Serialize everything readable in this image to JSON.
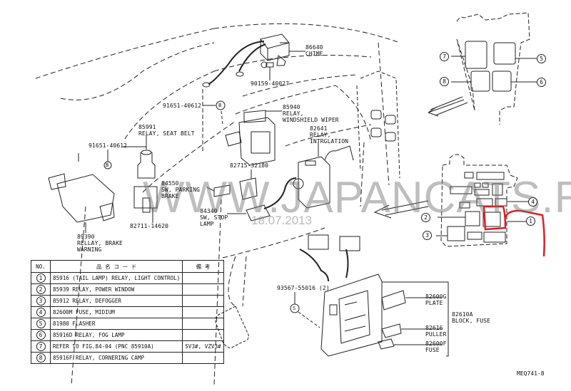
{
  "document": {
    "doc_id": "MEQ741-8",
    "watermark": "WWW.JAPANCATS.RU",
    "watermark_date": "18.07.2013",
    "highlight_color": "#e31b23"
  },
  "labels": {
    "chime": [
      "86640",
      "CHIME"
    ],
    "screw": "90159-40027",
    "bolt_top": "91651-40612",
    "bolt_left": "91651-40612",
    "relay_seat_belt": [
      "85991",
      "RELAY, SEAT BELT"
    ],
    "relay_wiper": [
      "85940",
      "RELAY,",
      "WINDSHIELD WIPER"
    ],
    "relay_integration": [
      "82641",
      "RELAY,",
      "INTRGLATION"
    ],
    "connector_32180": "82715-32180",
    "sw_parking": [
      "84550",
      "SW, PARKING",
      "BRAKE"
    ],
    "sw_stop": [
      "84340",
      "SW, STOP",
      "LAMP"
    ],
    "connector_14620": "82711-14620",
    "relay_brake": [
      "89390",
      "RELLAY, BRAKE",
      "WARNING"
    ],
    "bolt_block": "93567-55016 (2)",
    "plate": [
      "82600G",
      "PLATE"
    ],
    "block_fuse": [
      "82610A",
      "BLOCK, FUSE"
    ],
    "puller": [
      "82616",
      "PULLER"
    ],
    "fuse": [
      "82600F",
      "FUSE"
    ],
    "symbol_b": "B",
    "symbol_s": "S"
  },
  "callouts": [
    "1",
    "2",
    "3",
    "4",
    "5",
    "6",
    "7",
    "8"
  ],
  "parts_table": {
    "headers": {
      "no": "NO.",
      "name": "品 名 コ ー ド",
      "remarks": "備   考"
    },
    "rows": [
      {
        "no": "1",
        "name": "85916  (TAIL LAMP) RELAY, LIGHT CONTROL)",
        "remarks": ""
      },
      {
        "no": "2",
        "name": "85939  RELAY, POWER WINDOW",
        "remarks": ""
      },
      {
        "no": "3",
        "name": "85912  RELAY, DEFOGGER",
        "remarks": ""
      },
      {
        "no": "4",
        "name": "82600M FUSE, MIDIUM",
        "remarks": ""
      },
      {
        "no": "5",
        "name": "81980  FLASHER",
        "remarks": ""
      },
      {
        "no": "6",
        "name": "85916D RELAY, FOG LAMP",
        "remarks": ""
      },
      {
        "no": "7",
        "name": "REFER TO FIG.84-04  (PNC 85910A)",
        "remarks": "SV3#, VZV3#"
      },
      {
        "no": "8",
        "name": "85916F RELAY, CORNERING CAMP",
        "remarks": ""
      }
    ]
  }
}
